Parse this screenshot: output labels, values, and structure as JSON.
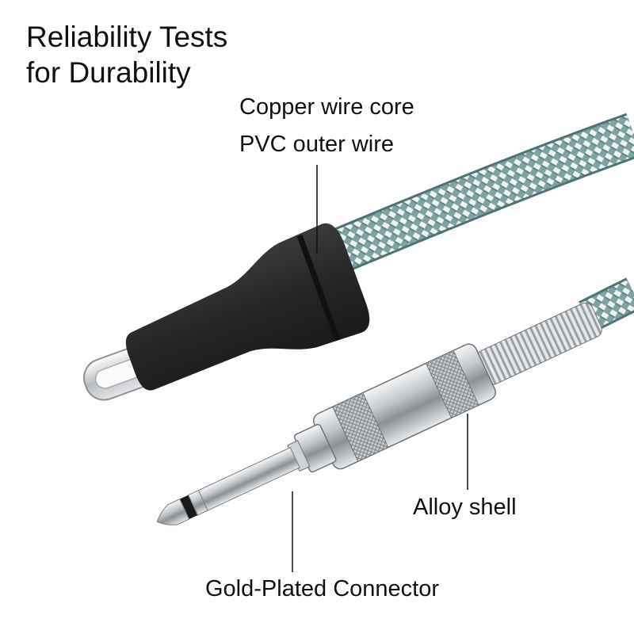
{
  "title": {
    "line1": "Reliability Tests",
    "line2": "for Durability"
  },
  "labels": {
    "copper_core": "Copper wire core",
    "pvc_outer": "PVC outer wire",
    "alloy_shell": "Alloy shell",
    "gold_connector": "Gold-Plated Connector"
  },
  "colors": {
    "braid_base": "#7fa3a2",
    "braid_highlight": "#f1f4f2",
    "connector_body": "#2b2b2b",
    "metal": "#c9cdd0"
  }
}
